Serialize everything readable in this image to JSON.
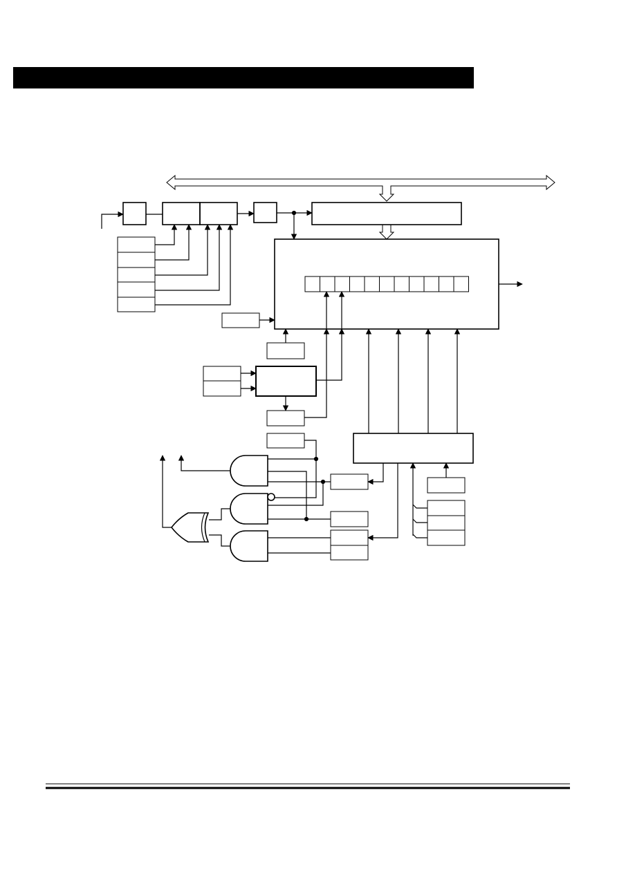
{
  "header": {
    "title": ""
  },
  "diagram": {
    "blocks": {
      "prescaler_1": "",
      "prescaler_2a": "",
      "prescaler_2b": "",
      "sync_block": "",
      "top_register": "",
      "main_unit": "",
      "aux_block": "",
      "control_logic": "",
      "input_stack_1": [
        "",
        "",
        "",
        "",
        ""
      ],
      "input_stack_2": [
        "",
        ""
      ],
      "input_stack_3": [
        "",
        "",
        ""
      ]
    },
    "register_cells": [
      "",
      "",
      "",
      "",
      "",
      "",
      "",
      "",
      "",
      "",
      "",
      ""
    ],
    "gates": [
      "and-gate",
      "nand-gate",
      "and-gate",
      "or-gate"
    ]
  },
  "colors": {
    "line": "#000000",
    "background": "#ffffff",
    "header_bar": "#000000"
  }
}
